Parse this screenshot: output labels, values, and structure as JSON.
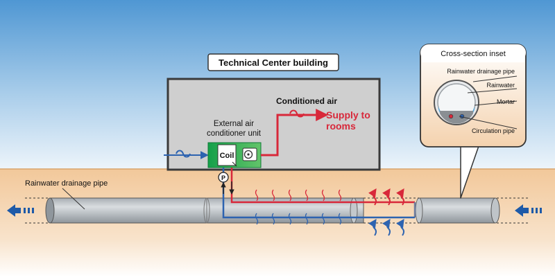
{
  "building": {
    "title": "Technical Center building"
  },
  "unit": {
    "label_line1": "External air",
    "label_line2": "conditioner unit",
    "coil": "Coil",
    "pump": "P"
  },
  "airflow": {
    "conditioned": "Conditioned air",
    "supply_line1": "Supply to",
    "supply_line2": "rooms"
  },
  "ground": {
    "pipe_label": "Rainwater drainage pipe"
  },
  "inset": {
    "title": "Cross-section inset",
    "labels": [
      "Rainwater drainage pipe",
      "Rainwater",
      "Mortar",
      "Circulation pipe"
    ]
  },
  "colors": {
    "sky_top": "#5ea2d8",
    "sky_bottom": "#e9f3fb",
    "ground": "#f0c99a",
    "building": "#cfcfcf",
    "hot_pipe": "#d8283a",
    "cold_pipe": "#2d63b0",
    "unit_green": "#1fa34a"
  }
}
